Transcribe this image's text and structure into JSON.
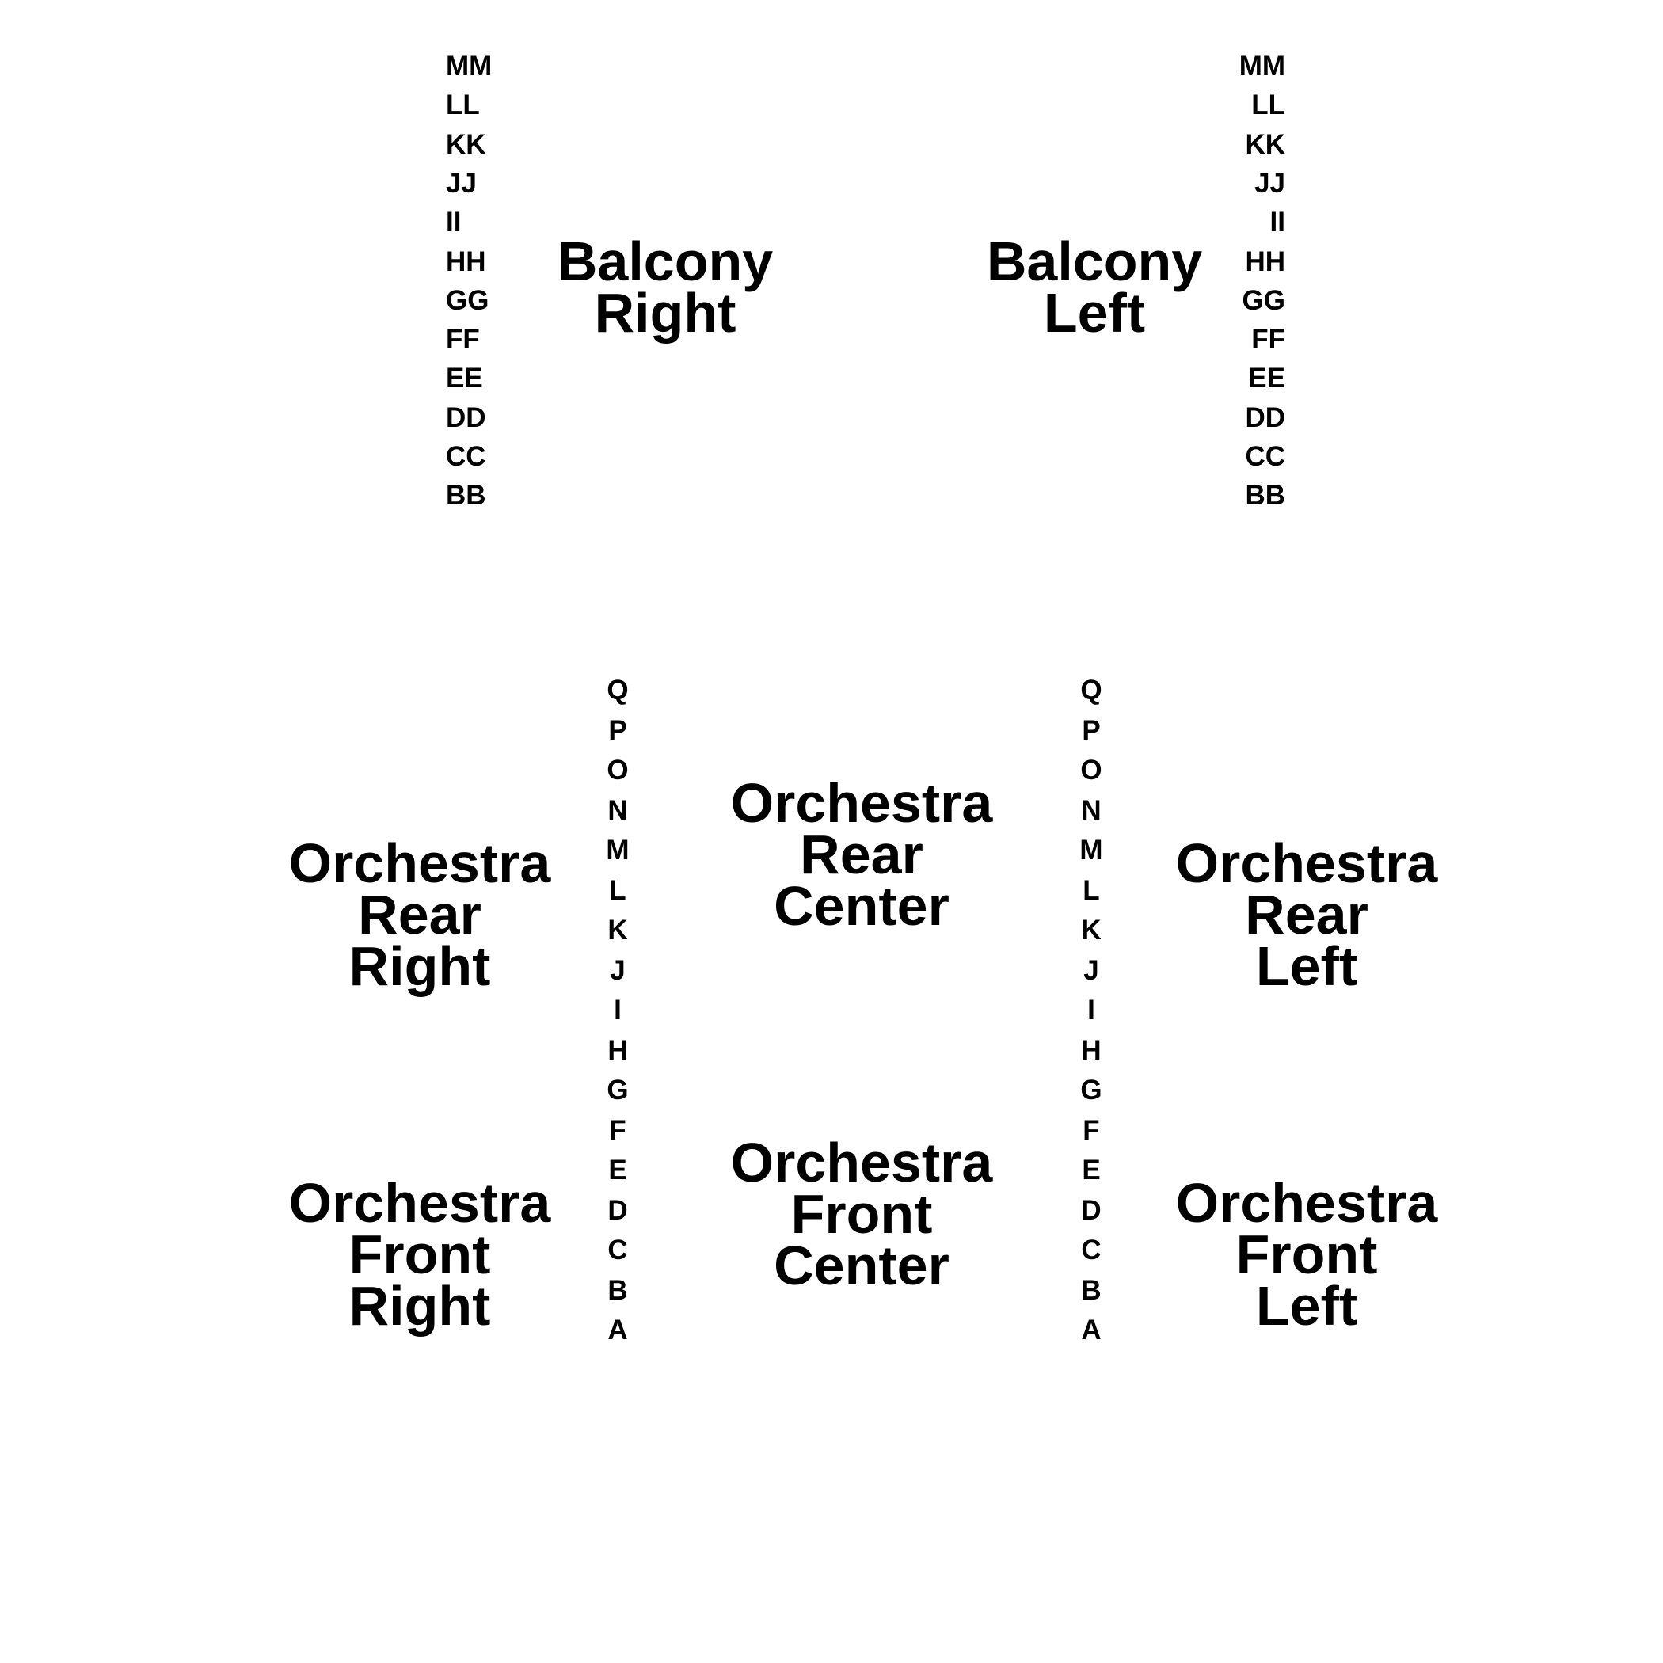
{
  "sections": {
    "balcony_right": [
      "Balcony",
      "Right"
    ],
    "balcony_left": [
      "Balcony",
      "Left"
    ],
    "orchestra_rear_right": [
      "Orchestra",
      "Rear",
      "Right"
    ],
    "orchestra_rear_center": [
      "Orchestra",
      "Rear",
      "Center"
    ],
    "orchestra_rear_left": [
      "Orchestra",
      "Rear",
      "Left"
    ],
    "orchestra_front_right": [
      "Orchestra",
      "Front",
      "Right"
    ],
    "orchestra_front_center": [
      "Orchestra",
      "Front",
      "Center"
    ],
    "orchestra_front_left": [
      "Orchestra",
      "Front",
      "Left"
    ]
  },
  "balcony_rows": [
    "MM",
    "LL",
    "KK",
    "JJ",
    "II",
    "HH",
    "GG",
    "FF",
    "EE",
    "DD",
    "CC",
    "BB"
  ],
  "orchestra_rows": [
    "Q",
    "P",
    "O",
    "N",
    "M",
    "L",
    "K",
    "J",
    "I",
    "H",
    "G",
    "F",
    "E",
    "D",
    "C",
    "B",
    "A"
  ],
  "colors": {
    "background": "#ffffff",
    "text": "#000000"
  }
}
